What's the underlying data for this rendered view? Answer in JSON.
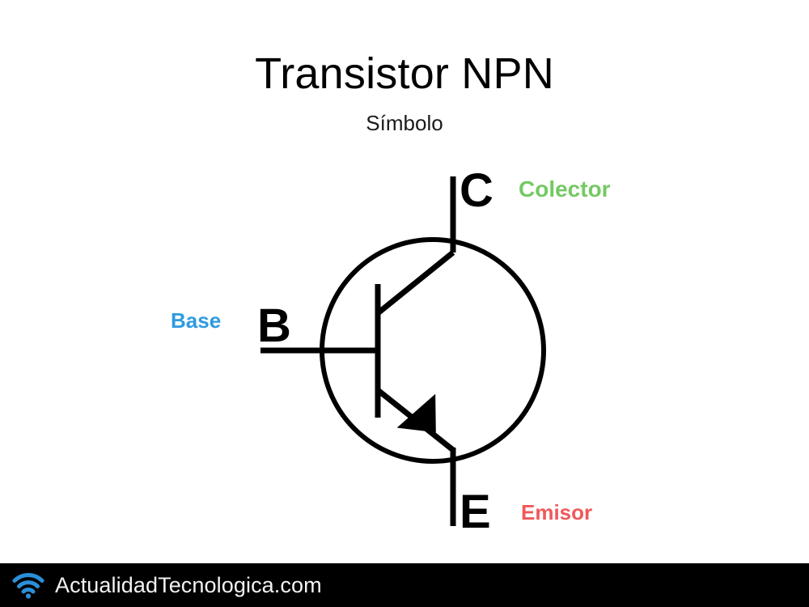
{
  "slide": {
    "background_color": "#ffffff",
    "title": "Transistor NPN",
    "subtitle": "Símbolo"
  },
  "diagram": {
    "type": "npn-bipolar-junction-transistor-symbol",
    "stroke_color": "#000000",
    "terminals": [
      {
        "letter": "C",
        "name": "Colector",
        "name_color": "#74c962",
        "position": "top"
      },
      {
        "letter": "B",
        "name": "Base",
        "name_color": "#2e9be0",
        "position": "left"
      },
      {
        "letter": "E",
        "name": "Emisor",
        "name_color": "#f0595a",
        "position": "bottom"
      }
    ]
  },
  "footer": {
    "background_color": "#000000",
    "icon": "wifi-icon",
    "icon_color": "#2b8fd8",
    "text": "ActualidadTecnologica.com",
    "text_color": "#f2f2f2"
  }
}
